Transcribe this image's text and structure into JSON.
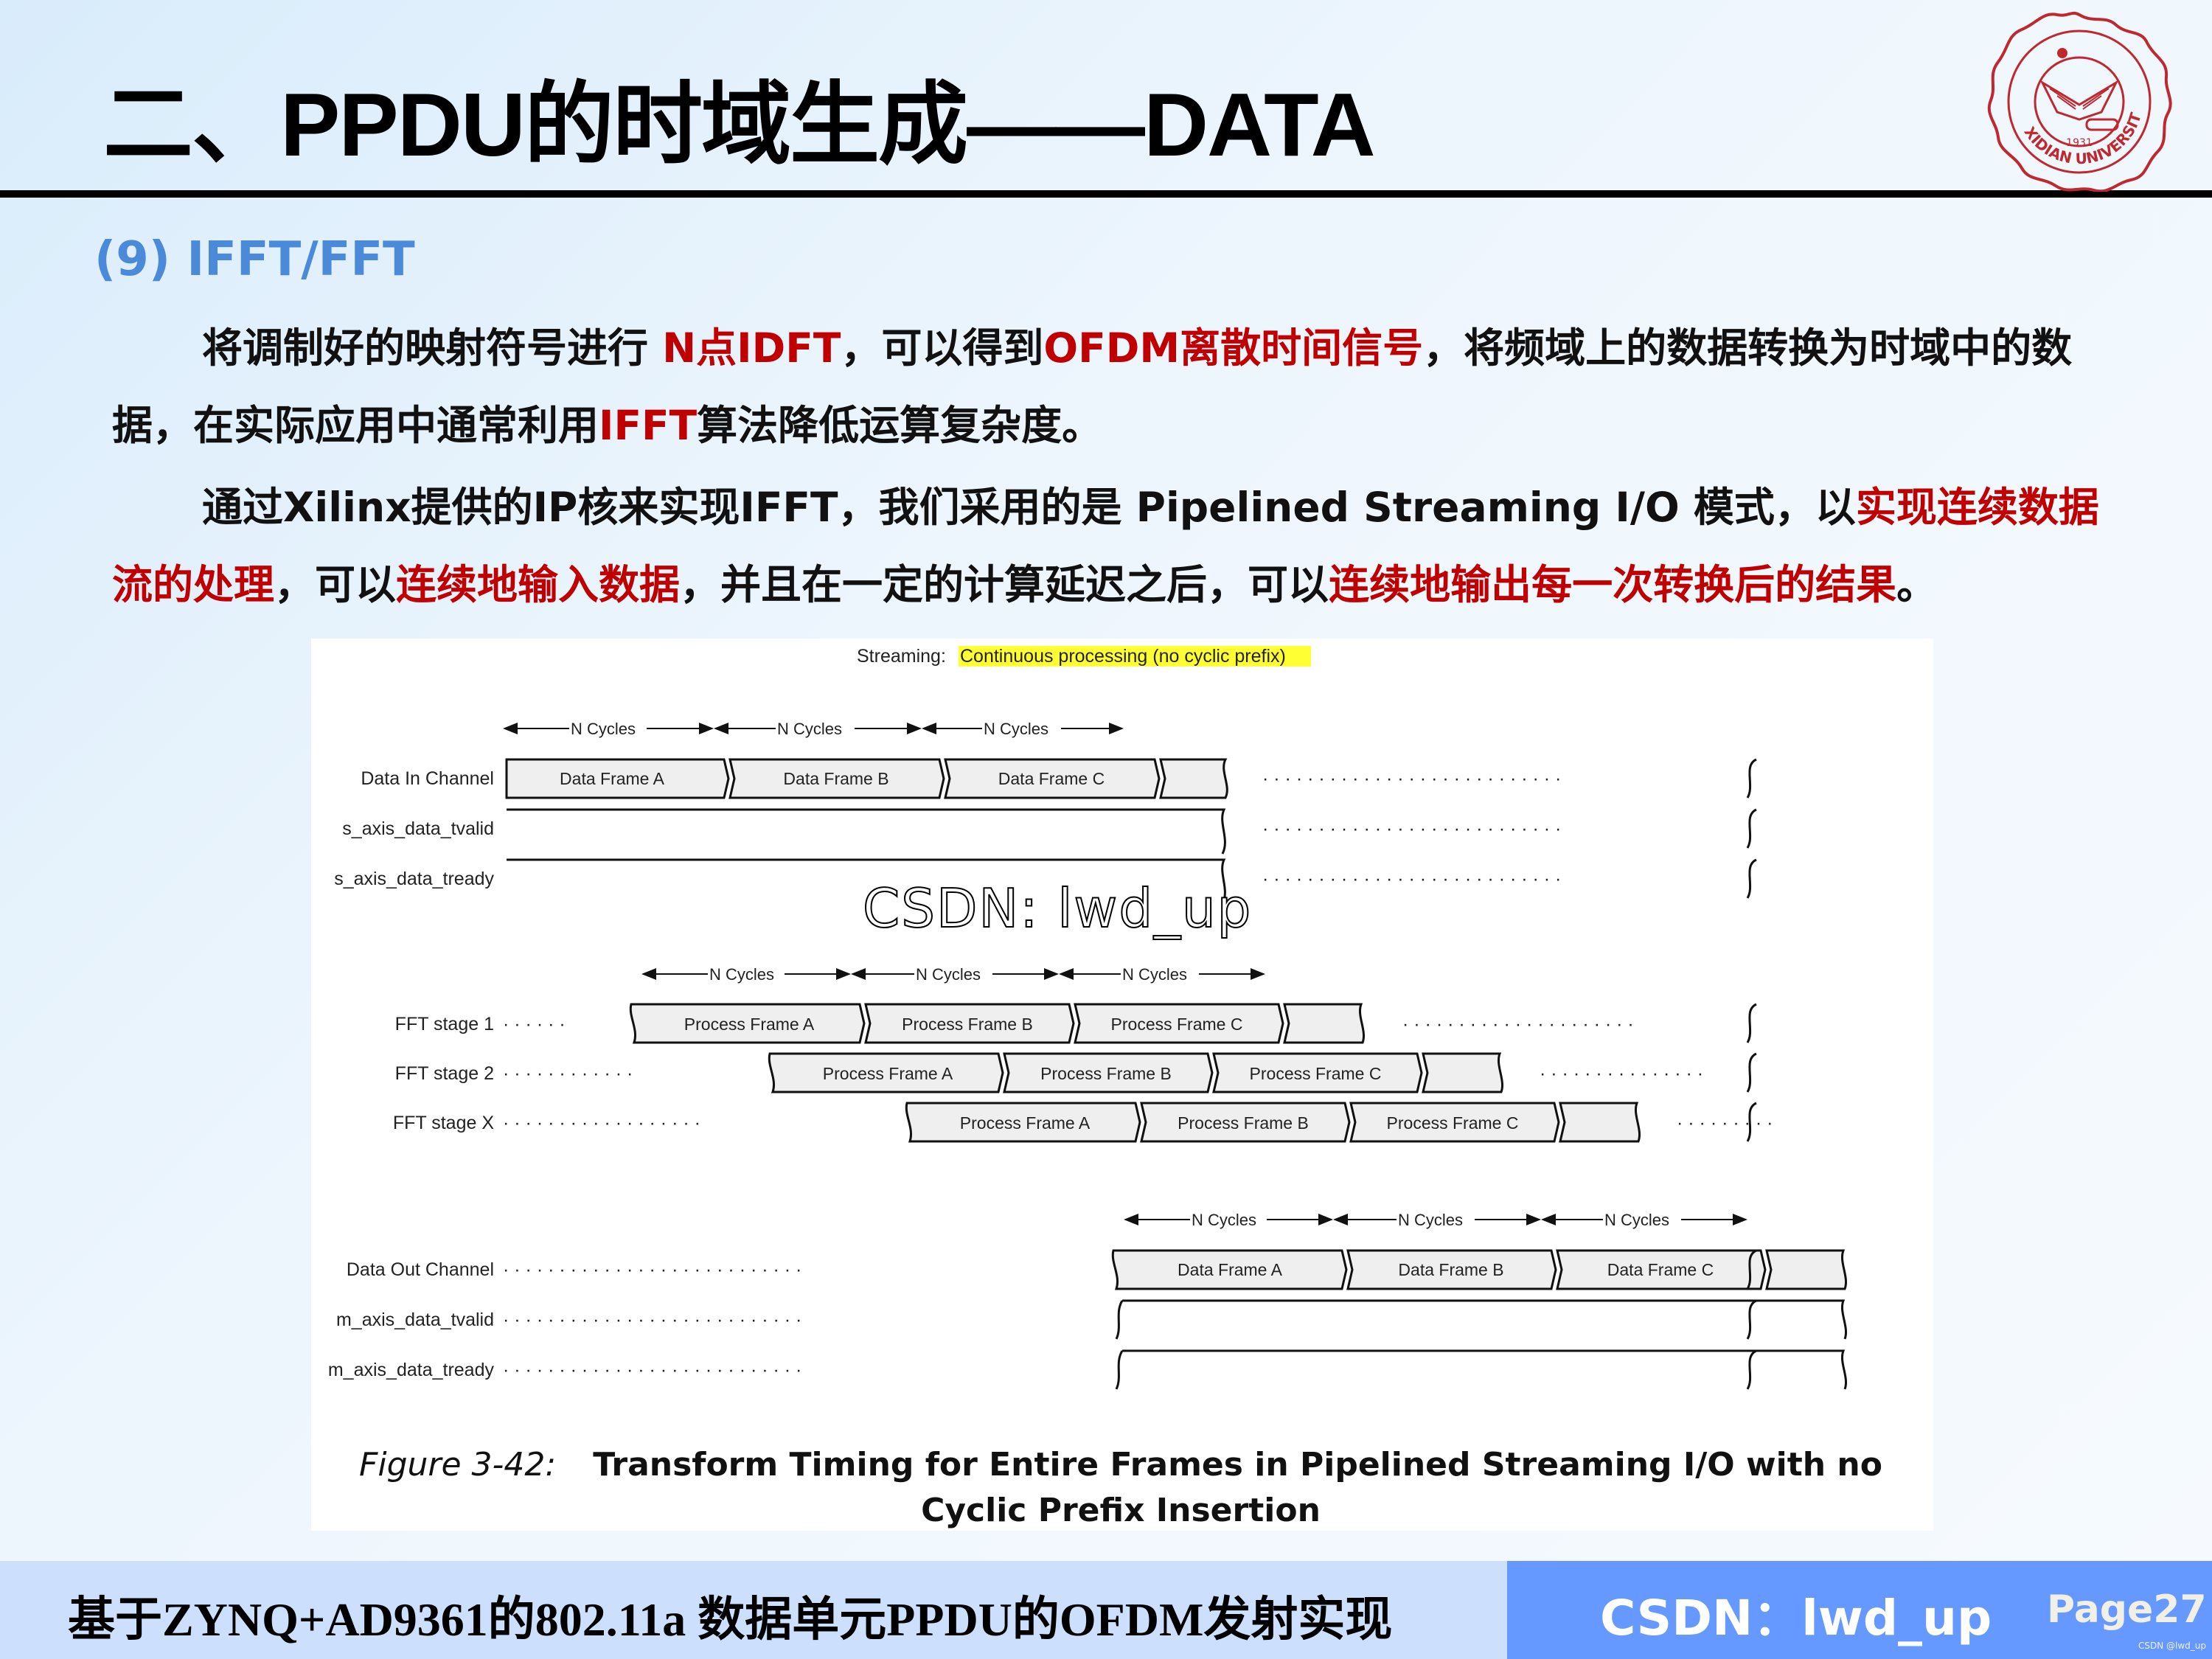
{
  "header": {
    "title": "二、PPDU的时域生成——DATA",
    "logo": {
      "name": "xidian-university-seal",
      "text": "XIDIAN UNIVERSITY",
      "year": "1931",
      "color": "#c0282f"
    }
  },
  "section": {
    "heading": "(9)  IFFT/FFT"
  },
  "paragraphs": [
    {
      "segments": [
        {
          "text": "将调制好的映射符号进行 ",
          "highlight": false
        },
        {
          "text": "N点IDFT",
          "highlight": true
        },
        {
          "text": "，可以得到",
          "highlight": false
        },
        {
          "text": "OFDM离散时间信号",
          "highlight": true
        },
        {
          "text": "，将频域上的数据转换为时域中的数据，在实际应用中通常利用",
          "highlight": false
        },
        {
          "text": "IFFT",
          "highlight": true
        },
        {
          "text": "算法降低运算复杂度。",
          "highlight": false
        }
      ]
    },
    {
      "segments": [
        {
          "text": "通过Xilinx提供的IP核来实现IFFT，我们采用的是 Pipelined Streaming I/O 模式，以",
          "highlight": false
        },
        {
          "text": "实现连续数据流的处理",
          "highlight": true
        },
        {
          "text": "，可以",
          "highlight": false
        },
        {
          "text": "连续地输入数据",
          "highlight": true
        },
        {
          "text": "，并且在一定的计算延迟之后，可以",
          "highlight": false
        },
        {
          "text": "连续地输出每一次转换后的结果",
          "highlight": true
        },
        {
          "text": "。",
          "highlight": false
        }
      ]
    }
  ],
  "figure": {
    "banner_prefix": "Streaming: ",
    "banner_highlight": "Continuous processing (no cyclic prefix)",
    "highlight_color": "#ffff33",
    "cycle_label": "N Cycles",
    "groups": [
      {
        "name": "input",
        "signals": [
          "Data In Channel",
          "s_axis_data_tvalid",
          "s_axis_data_tready"
        ],
        "frames": [
          "Data Frame A",
          "Data Frame B",
          "Data Frame C"
        ]
      },
      {
        "name": "pipeline",
        "signals": [
          "FFT stage 1",
          "FFT stage 2",
          "FFT stage X"
        ],
        "frames": [
          "Process Frame A",
          "Process Frame B",
          "Process Frame C"
        ]
      },
      {
        "name": "output",
        "signals": [
          "Data Out Channel",
          "m_axis_data_tvalid",
          "m_axis_data_tready"
        ],
        "frames": [
          "Data Frame A",
          "Data Frame B",
          "Data Frame C"
        ]
      }
    ],
    "caption_number": "Figure 3-42:",
    "caption_text": "Transform Timing for Entire Frames in Pipelined Streaming I/O with no Cyclic Prefix Insertion"
  },
  "watermark": "CSDN:  lwd_up",
  "footer": {
    "project_title": "基于ZYNQ+AD9361的802.11a 数据单元PPDU的OFDM发射实现",
    "handle": "CSDN：lwd_up",
    "page": "Page27",
    "small_mark": "CSDN @lwd_up",
    "left_bg": "#ccdffc",
    "right_bg": "#6699ff"
  }
}
